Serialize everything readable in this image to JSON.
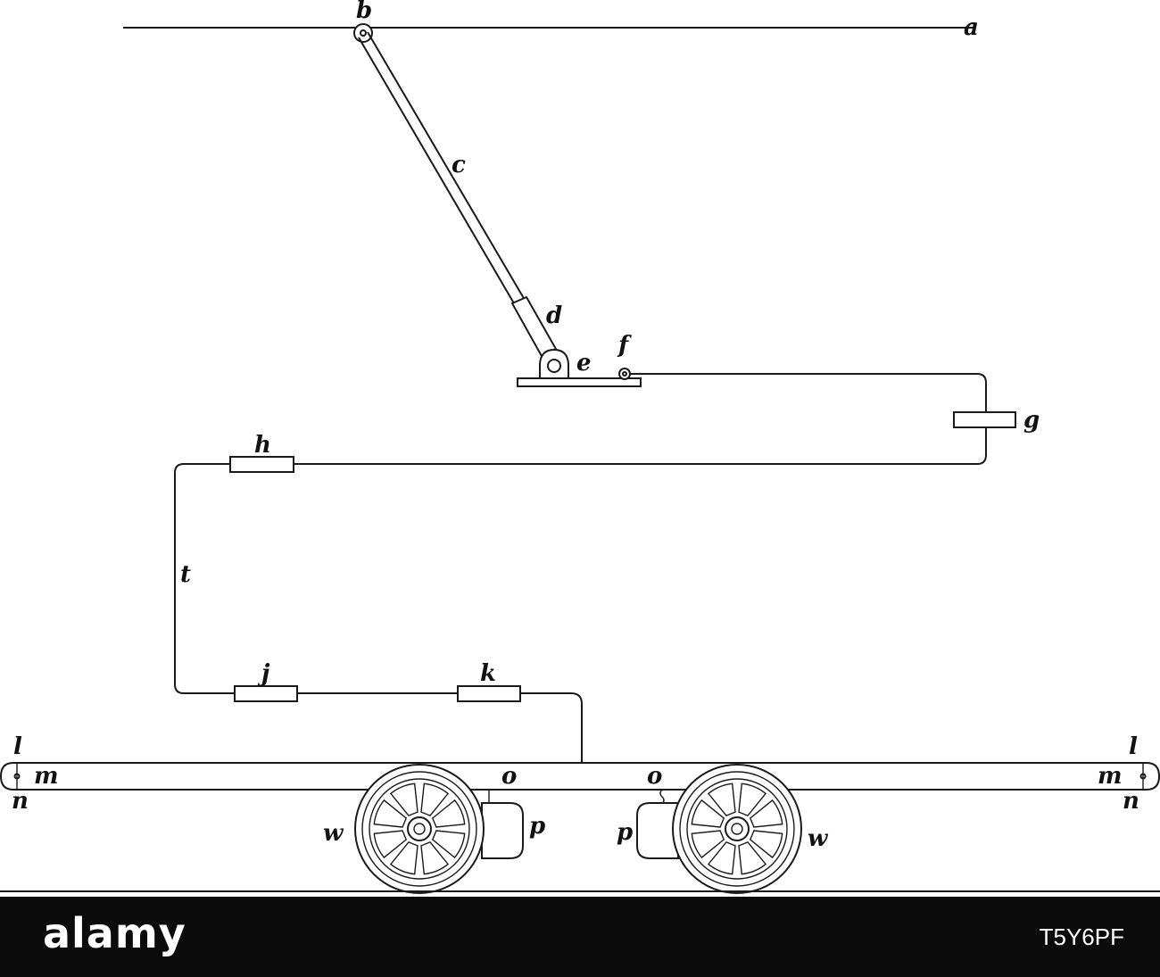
{
  "diagram": {
    "labels": {
      "a": "a",
      "b": "b",
      "c": "c",
      "d": "d",
      "e": "e",
      "f": "f",
      "g": "g",
      "h": "h",
      "t": "t",
      "j": "j",
      "k": "k",
      "l_left": "l",
      "m_left": "m",
      "n_left": "n",
      "l_right": "l",
      "m_right": "m",
      "n_right": "n",
      "o_left": "o",
      "o_right": "o",
      "p_left": "p",
      "p_right": "p",
      "w_left": "w",
      "w_right": "w"
    }
  },
  "footer": {
    "brand": "alamy",
    "image_code": "T5Y6PF"
  }
}
